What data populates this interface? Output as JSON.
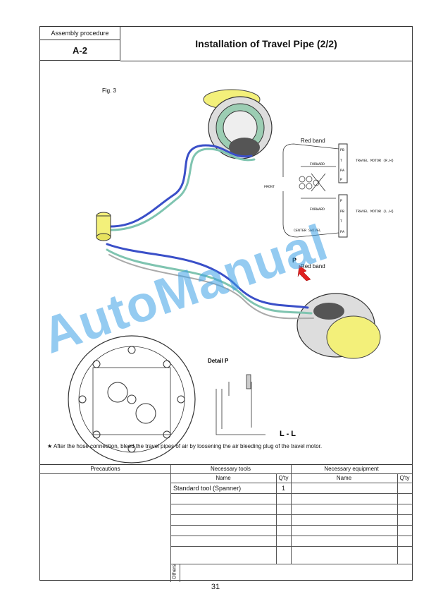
{
  "header": {
    "caption": "Assembly procedure",
    "code": "A-2",
    "title": "Installation of Travel Pipe (2/2)"
  },
  "figure": {
    "fig_label": "Fig. 3",
    "red_band_top": "Red band",
    "red_band_bottom": "Red band",
    "travel_motor_r": "TRAVEL MOTOR (R.H)",
    "travel_motor_l": "TRAVEL MOTOR (L.H)",
    "front": "FRONT",
    "forward_top": "FORWARD",
    "forward_bottom": "FORWARD",
    "center_swivel": "CENTER SWIVEL",
    "port_pb": "PB",
    "port_t": "T",
    "port_pa": "PA",
    "port_p": "P",
    "marker_p": "P",
    "detail_label": "Detail P",
    "section_label": "L - L",
    "watermark": "AutoManual"
  },
  "note": "★  After the hose connection, bleed the travel pipes of air by loosening the air bleeding plug of the travel motor.",
  "table": {
    "precautions": "Precautions",
    "tools": "Necessary tools",
    "equipment": "Necessary equipment",
    "name": "Name",
    "qty": "Q'ty",
    "name2": "Name",
    "qty2": "Q'ty",
    "tool1_name": "Standard tool (Spanner)",
    "tool1_qty": "1",
    "others": "Others"
  },
  "page_number": "31",
  "colors": {
    "watermark": "#3ca0e6",
    "arrow": "#e02020",
    "hose_blue": "#3a4fc8",
    "hose_green": "#7fc4b0",
    "motor_yellow": "#f3f07a"
  }
}
